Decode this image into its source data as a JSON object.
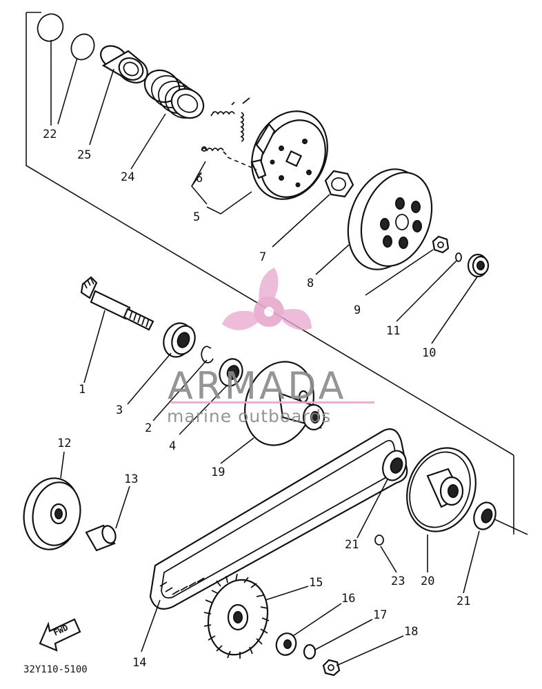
{
  "diagram_code": "32Y110-5100",
  "fwd_label": "FWD",
  "watermark": {
    "brand": "ARMADA",
    "subtitle": "marine outboards",
    "accent_color": "#e8a8cc"
  },
  "callouts": [
    "22",
    "25",
    "24",
    "6",
    "5",
    "7",
    "8",
    "9",
    "11",
    "10",
    "1",
    "3",
    "2",
    "4",
    "19",
    "12",
    "13",
    "21",
    "20",
    "23",
    "15",
    "16",
    "17",
    "18",
    "14",
    "21"
  ]
}
